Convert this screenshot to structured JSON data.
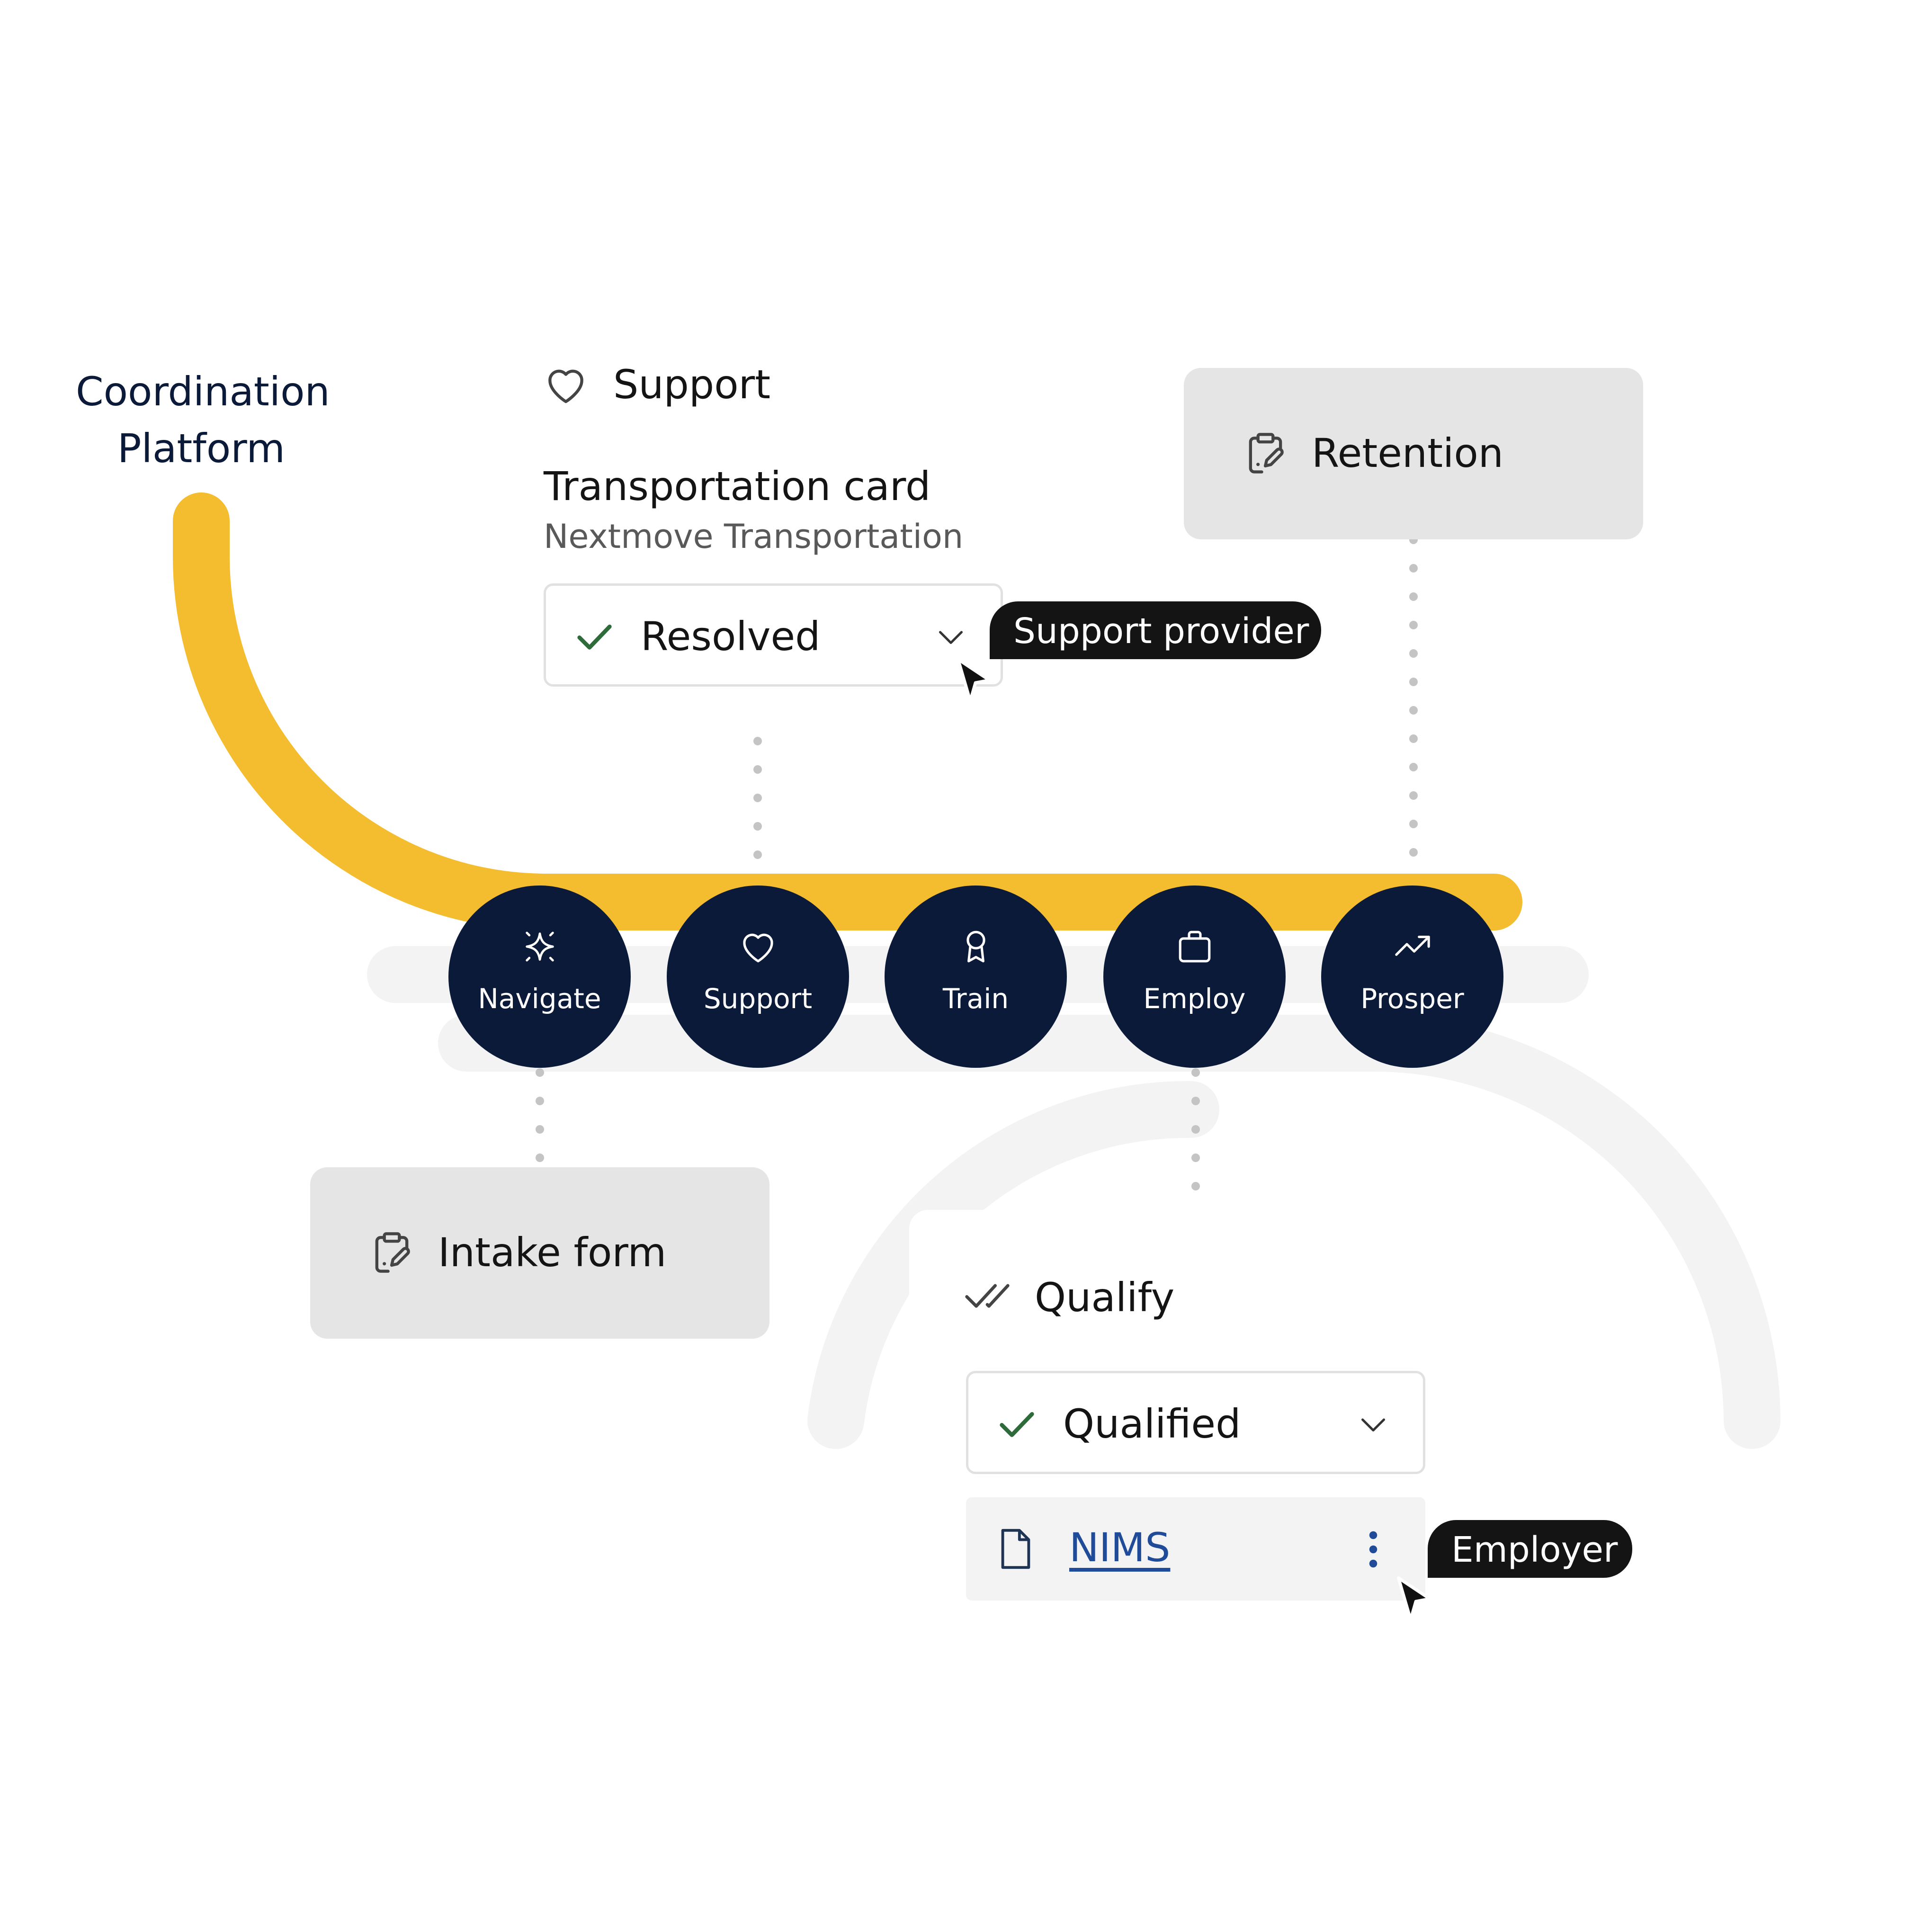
{
  "platform": {
    "title_line1": "Coordination",
    "title_line2": "Platform"
  },
  "support_section": {
    "header_icon": "heart-icon",
    "header": "Support",
    "item_title": "Transportation card",
    "item_subtitle": "Nextmove Transportation",
    "status": {
      "icon": "check-icon",
      "value": "Resolved"
    },
    "tooltip": "Support provider"
  },
  "retention_card": {
    "icon": "clipboard-edit-icon",
    "label": "Retention"
  },
  "intake_card": {
    "icon": "clipboard-edit-icon",
    "label": "Intake form"
  },
  "stages": [
    {
      "icon": "sparkle-icon",
      "label": "Navigate"
    },
    {
      "icon": "heart-icon",
      "label": "Support"
    },
    {
      "icon": "award-ribbon-icon",
      "label": "Train"
    },
    {
      "icon": "briefcase-icon",
      "label": "Employ"
    },
    {
      "icon": "trending-up-icon",
      "label": "Prosper"
    }
  ],
  "qualify_section": {
    "header_icon": "double-check-icon",
    "header": "Qualify",
    "status": {
      "icon": "check-icon",
      "value": "Qualified"
    },
    "document": {
      "icon": "file-icon",
      "name": "NIMS",
      "menu_icon": "more-vertical-icon"
    },
    "tooltip": "Employer"
  },
  "colors": {
    "accent_track": "#f4bc2f",
    "node_fill": "#0a1a38",
    "platform_text": "#0a1a38",
    "link": "#1f4b99",
    "check": "#2e6b3a",
    "tooltip_bg": "#141414",
    "grey_track": "#f3f3f3"
  }
}
